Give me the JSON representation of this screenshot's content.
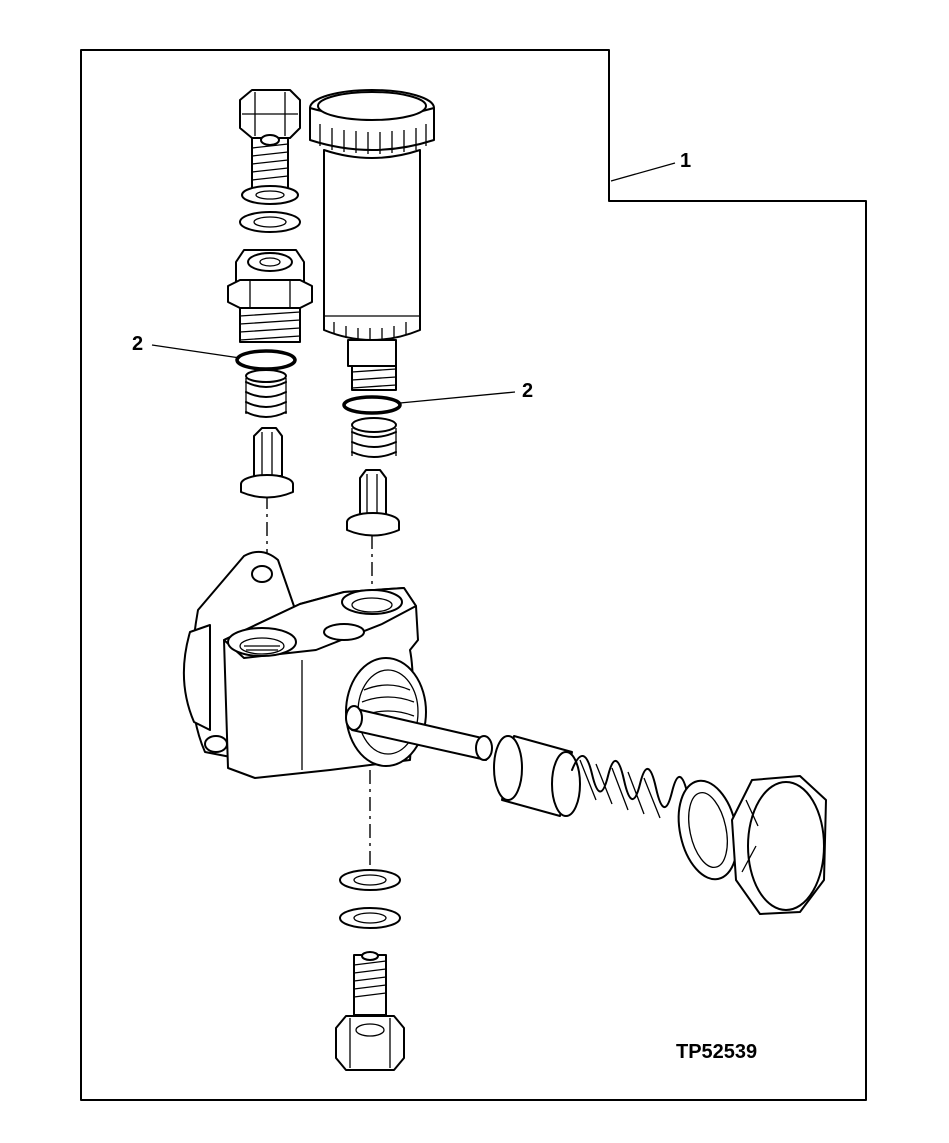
{
  "figure_id": "TP52539",
  "callouts": [
    {
      "id": "callout-1",
      "text": "1"
    },
    {
      "id": "callout-2-left",
      "text": "2"
    },
    {
      "id": "callout-2-right",
      "text": "2"
    }
  ],
  "colors": {
    "ink": "#000000",
    "paper": "#ffffff"
  }
}
